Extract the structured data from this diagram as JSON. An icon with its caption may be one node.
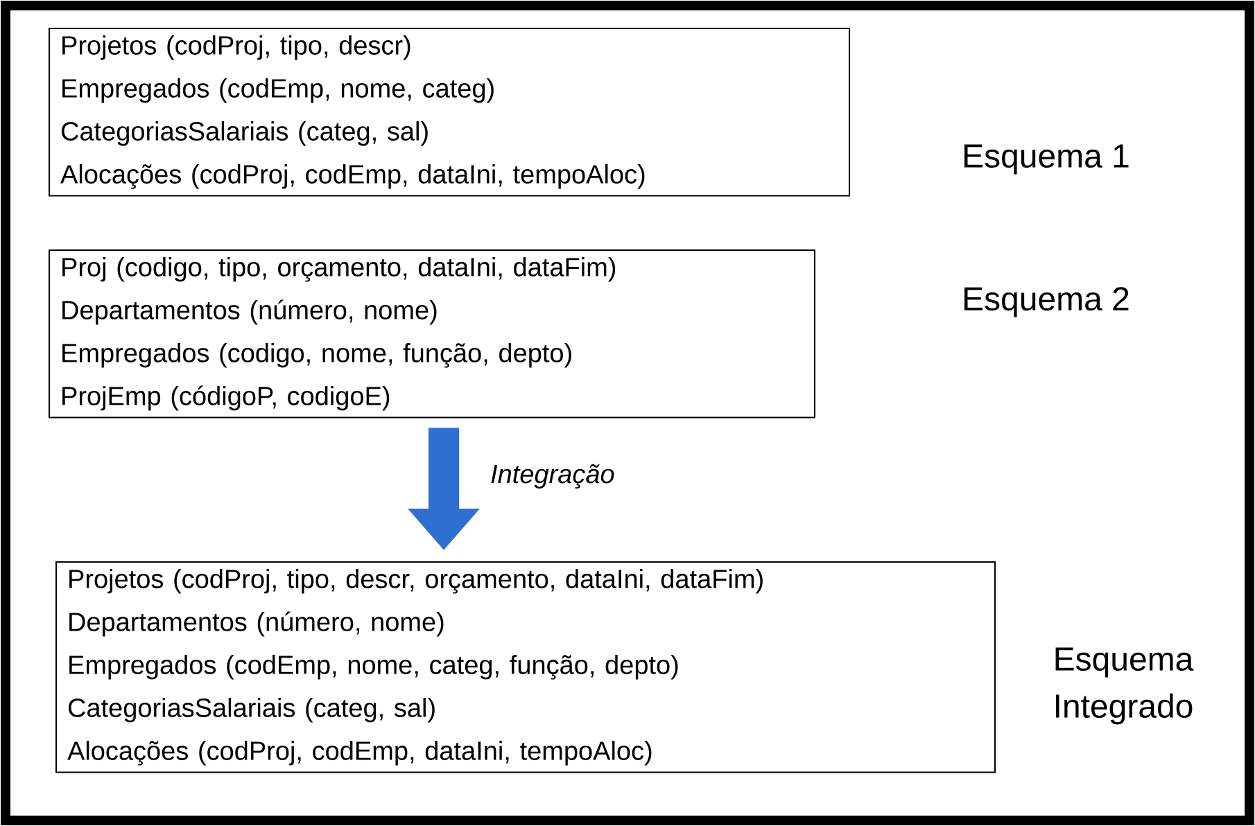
{
  "diagram": {
    "nodes": [
      {
        "text": [
          "Projetos (codProj, tipo, descr)",
          "Empregados (codEmp, nome, categ)",
          "CategoriasSalariais (categ, sal)",
          "Alocações (codProj, codEmp, dataIni, tempoAloc)"
        ]
      },
      {
        "text": [
          "Proj (codigo, tipo, orçamento, dataIni, dataFim)",
          "Departamentos (número, nome)",
          "Empregados (codigo, nome, função, depto)",
          "ProjEmp (códigoP, codigoE)"
        ]
      },
      {
        "text": [
          "Projetos (codProj, tipo, descr, orçamento, dataIni, dataFim)",
          "Departamentos (número, nome)",
          "Empregados (codEmp, nome, categ, função, depto)",
          "CategoriasSalariais (categ, sal)",
          "Alocações (codProj, codEmp, dataIni, tempoAloc)"
        ]
      }
    ],
    "edges": [
      {
        "from": 1,
        "to": 2,
        "arrow": "to",
        "label": "Integração",
        "color": "#2e6fd0"
      }
    ],
    "labels": [
      "Esquema 1",
      "Esquema 2",
      "Esquema Integrado"
    ]
  }
}
